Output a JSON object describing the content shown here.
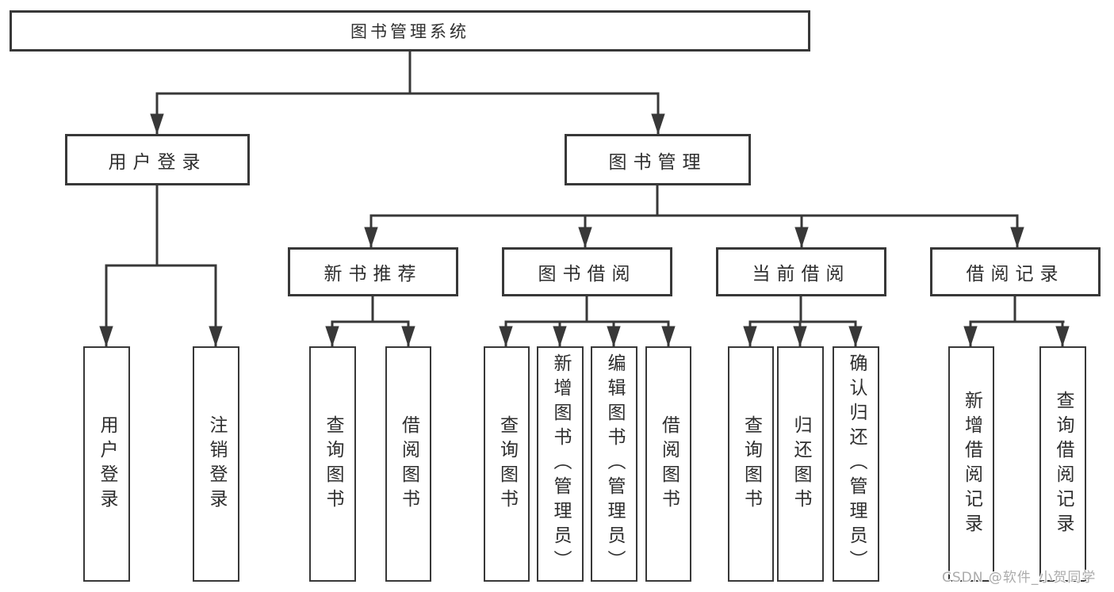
{
  "root": {
    "label": "图书管理系统"
  },
  "login_branch": {
    "label": "用户登录",
    "children": [
      {
        "label": "用户登录"
      },
      {
        "label": "注销登录"
      }
    ]
  },
  "management_branch": {
    "label": "图书管理",
    "modules": [
      {
        "label": "新书推荐",
        "children": [
          {
            "label": "查询图书"
          },
          {
            "label": "借阅图书"
          }
        ]
      },
      {
        "label": "图书借阅",
        "children": [
          {
            "label": "查询图书"
          },
          {
            "label": "新增图书（管理员）"
          },
          {
            "label": "编辑图书（管理员）"
          },
          {
            "label": "借阅图书"
          }
        ]
      },
      {
        "label": "当前借阅",
        "children": [
          {
            "label": "查询图书"
          },
          {
            "label": "归还图书"
          },
          {
            "label": "确认归还（管理员）"
          }
        ]
      },
      {
        "label": "借阅记录",
        "children": [
          {
            "label": "新增借阅记录"
          },
          {
            "label": "查询借阅记录"
          }
        ]
      }
    ]
  },
  "watermark": {
    "text": "CSDN @软件_小贺同学"
  },
  "colors": {
    "line": "#383838",
    "text": "#2e2e2e",
    "watermark": "#ababab",
    "background": "#ffffff"
  }
}
